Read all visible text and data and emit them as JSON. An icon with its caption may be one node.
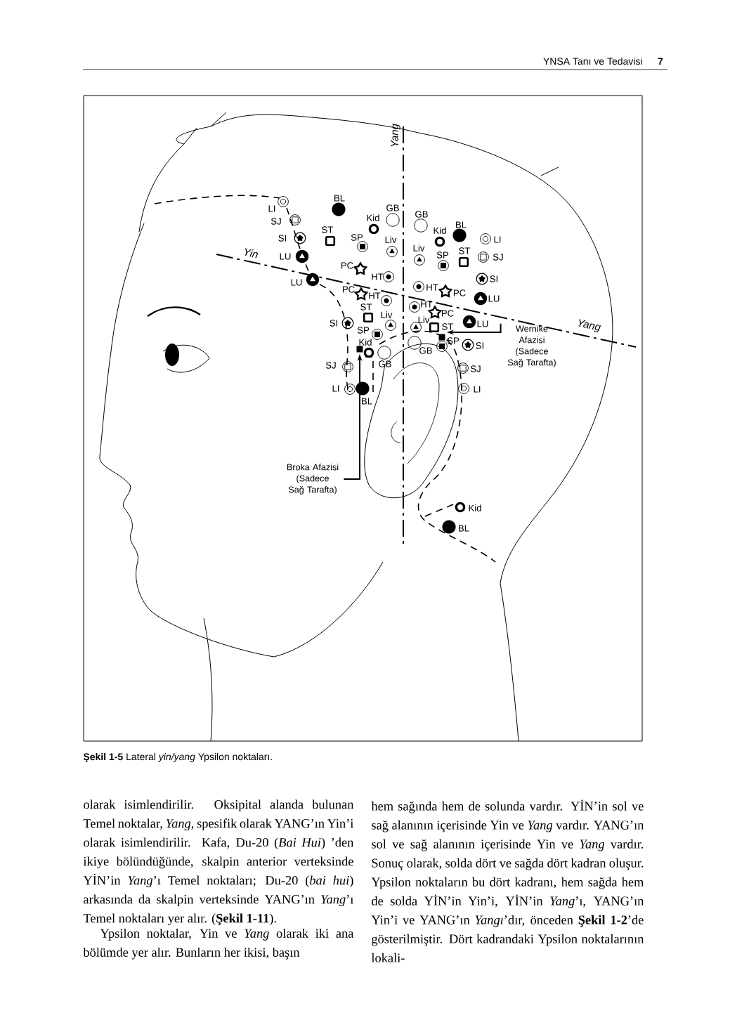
{
  "diagram": {
    "caption": "**Şekil 1-5** Lateral *yin/yang* Ypsilon noktaları.",
    "nodes": [
      {
        "text": [
          "Broka Afazisi (Sadece Sağ Tarafta)"
        ]
      },
      {
        "text": [],
        "shape": "box"
      },
      {
        "text": [
          "Wernike Afazisi (Sadece Sağ Tarafta)"
        ]
      },
      {
        "text": [],
        "shape": "box"
      }
    ],
    "edges": [
      {
        "from": 0,
        "to": 1,
        "arrow": "to"
      },
      {
        "from": 2,
        "to": 3,
        "arrow": "to"
      }
    ],
    "labels": [
      "YNSA Tanı ve Tedavisi",
      "7",
      "Yang",
      "LI",
      "SJ",
      "SI",
      "LU",
      "LU",
      "BL",
      "ST",
      "SP",
      "Kid",
      "GB",
      "Liv",
      "PC",
      "HT",
      "PC",
      "HT",
      "ST",
      "Liv",
      "SI",
      "SP",
      "Kid",
      "GB",
      "SJ",
      "LI",
      "BL",
      "GB",
      "Kid",
      "BL",
      "LI",
      "Liv",
      "SP",
      "ST",
      "SJ",
      "SI",
      "HT",
      "PC",
      "LU",
      "HT",
      "PC",
      "LU",
      "Liv",
      "ST",
      "GB",
      "SP",
      "SI",
      "SJ",
      "LI",
      "Kid",
      "BL",
      "Yin",
      "Yang",
      "olarak isimlendirilir. Oksipital alanda bulunan Temel noktalar, *Yang*, spesifik olarak YANG’ın Yin’i olarak isimlendirilir. Kafa, Du-20 (*Bai Hui*) ’den ikiye bölündüğünde, skalpin anterior verteksinde YİN’in *Yang*’ı Temel noktaları; Du-20 (*bai hui*) arkasında da skalpin verteksinde YANG’ın *Yang*’ı Temel noktaları yer alır. (**Şekil 1-11**).",
      "Ypsilon noktalar, Yin ve *Yang* olarak iki ana bölümde yer alır. Bunların her ikisi, başın",
      "hem sağında hem de solunda vardır. YİN’in sol ve sağ alanının içerisinde Yin ve *Yang* vardır. YANG’ın sol ve sağ alanının içerisinde Yin ve *Yang* vardır. Sonuç olarak, solda dört ve sağda dört kadran oluşur. Ypsilon noktaların bu dört kadranı, hem sağda hem de solda YİN’in Yin’i, YİN’in *Yang*’ı, YANG’ın Yin’i ve YANG’ın *Yangı*’dır, önceden **Şekil 1-2**’de gösterilmiştir. Dört kadrandaki Ypsilon noktalarının lokali-"
    ]
  }
}
